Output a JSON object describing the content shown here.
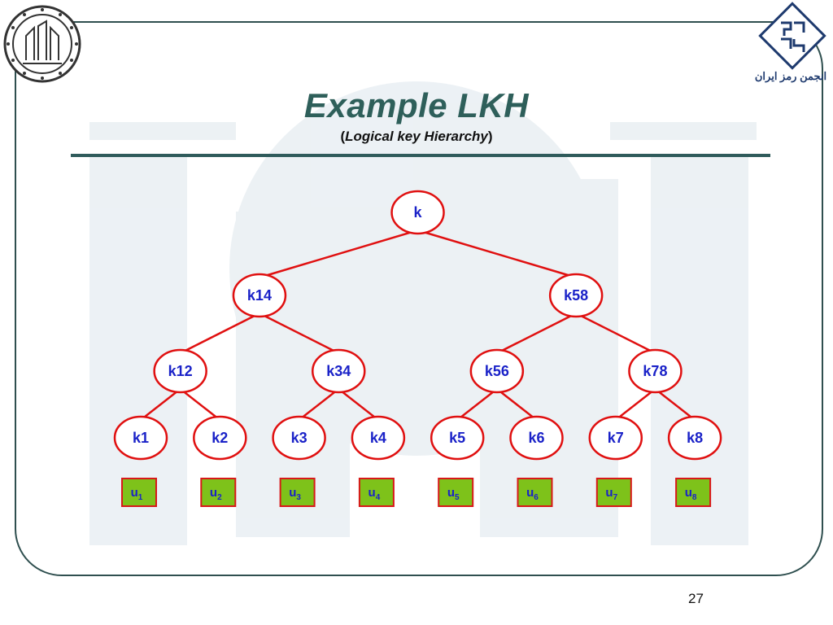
{
  "title": "Example LKH",
  "subtitle": {
    "open": "(",
    "text": "Logical key Hierarchy",
    "close": ")"
  },
  "tree": {
    "nodes": [
      {
        "id": "k",
        "label": "k",
        "level": 0,
        "slot": 0
      },
      {
        "id": "k14",
        "label": "k14",
        "level": 1,
        "slot": 0
      },
      {
        "id": "k58",
        "label": "k58",
        "level": 1,
        "slot": 1
      },
      {
        "id": "k12",
        "label": "k12",
        "level": 2,
        "slot": 0
      },
      {
        "id": "k34",
        "label": "k34",
        "level": 2,
        "slot": 1
      },
      {
        "id": "k56",
        "label": "k56",
        "level": 2,
        "slot": 2
      },
      {
        "id": "k78",
        "label": "k78",
        "level": 2,
        "slot": 3
      },
      {
        "id": "k1",
        "label": "k1",
        "level": 3,
        "slot": 0
      },
      {
        "id": "k2",
        "label": "k2",
        "level": 3,
        "slot": 1
      },
      {
        "id": "k3",
        "label": "k3",
        "level": 3,
        "slot": 2
      },
      {
        "id": "k4",
        "label": "k4",
        "level": 3,
        "slot": 3
      },
      {
        "id": "k5",
        "label": "k5",
        "level": 3,
        "slot": 4
      },
      {
        "id": "k6",
        "label": "k6",
        "level": 3,
        "slot": 5
      },
      {
        "id": "k7",
        "label": "k7",
        "level": 3,
        "slot": 6
      },
      {
        "id": "k8",
        "label": "k8",
        "level": 3,
        "slot": 7
      }
    ],
    "edges": [
      [
        "k",
        "k14"
      ],
      [
        "k",
        "k58"
      ],
      [
        "k14",
        "k12"
      ],
      [
        "k14",
        "k34"
      ],
      [
        "k58",
        "k56"
      ],
      [
        "k58",
        "k78"
      ],
      [
        "k12",
        "k1"
      ],
      [
        "k12",
        "k2"
      ],
      [
        "k34",
        "k3"
      ],
      [
        "k34",
        "k4"
      ],
      [
        "k56",
        "k5"
      ],
      [
        "k56",
        "k6"
      ],
      [
        "k78",
        "k7"
      ],
      [
        "k78",
        "k8"
      ]
    ],
    "users": [
      {
        "base": "u",
        "sub": "1"
      },
      {
        "base": "u",
        "sub": "2"
      },
      {
        "base": "u",
        "sub": "3"
      },
      {
        "base": "u",
        "sub": "4"
      },
      {
        "base": "u",
        "sub": "5"
      },
      {
        "base": "u",
        "sub": "6"
      },
      {
        "base": "u",
        "sub": "7"
      },
      {
        "base": "u",
        "sub": "8"
      }
    ],
    "colors": {
      "node_stroke": "#e01010",
      "edge": "#e01010",
      "label": "#1a22c8",
      "user_fill": "#7ec21a",
      "user_stroke": "#d81818"
    }
  },
  "logo_right_text": "انجمن رمز ایران",
  "page_number": "27"
}
